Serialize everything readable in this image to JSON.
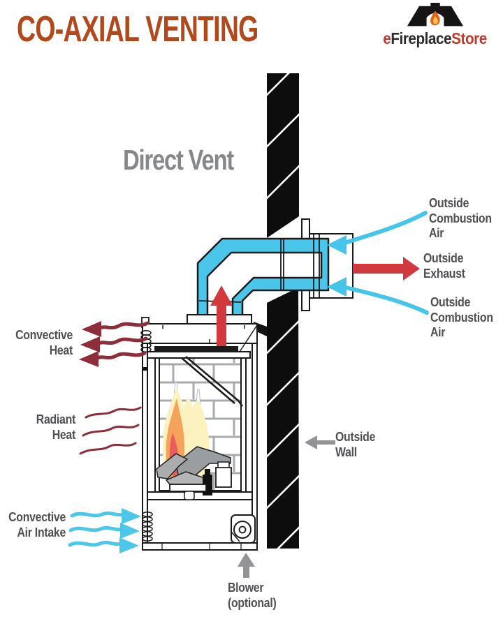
{
  "header": {
    "title": "CO-AXIAL VENTING",
    "logo": {
      "part1": "e",
      "part2": "Fireplace",
      "part3": "Store"
    }
  },
  "diagram": {
    "heading": "Direct Vent",
    "labels": {
      "convective_heat": "Convective\nHeat",
      "radiant_heat": "Radiant\nHeat",
      "convective_air_intake": "Convective\nAir Intake",
      "outside_combustion_air_top": "Outside\nCombustion\nAir",
      "outside_exhaust": "Outside\nExhaust",
      "outside_combustion_air_bottom": "Outside\nCombustion\nAir",
      "outside_wall": "Outside\nWall",
      "blower": "Blower\n(optional)"
    },
    "colors": {
      "title": "#b2491c",
      "heading_gray": "#85878a",
      "label_gray": "#4e4f52",
      "pipe_cyan": "#49c6e9",
      "exhaust_red": "#d2393e",
      "heat_maroon": "#8d2e3a",
      "pointer_gray": "#919396",
      "wall_black": "#0d0d0d"
    }
  }
}
